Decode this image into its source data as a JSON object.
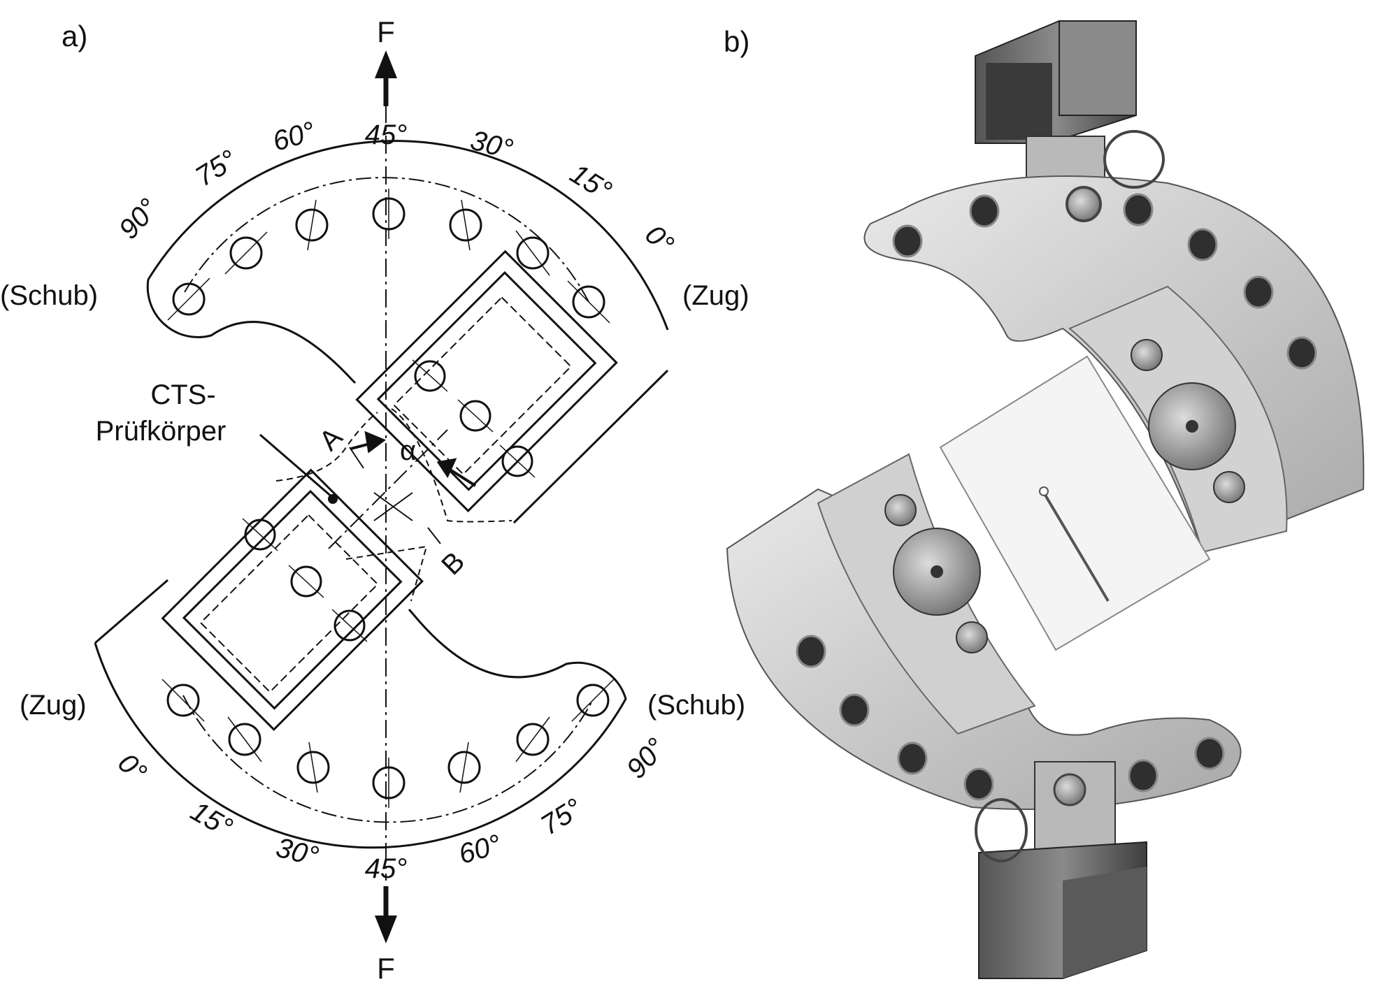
{
  "panel_a": {
    "tag": "a)",
    "force_top": "F",
    "force_bottom": "F",
    "label_shear_left": "(Schub)",
    "label_tension_right": "(Zug)",
    "label_tension_left": "(Zug)",
    "label_shear_right": "(Schub)",
    "specimen_label_line1": "CTS-",
    "specimen_label_line2": "Prüfkörper",
    "section_A": "A",
    "section_B": "B",
    "alpha": "α",
    "angles_top": [
      "90°",
      "75°",
      "60°",
      "45°",
      "30°",
      "15°",
      "0°"
    ],
    "angles_bottom": [
      "0°",
      "15°",
      "30°",
      "45°",
      "60°",
      "75°",
      "90°"
    ]
  },
  "panel_b": {
    "tag": "b)"
  }
}
